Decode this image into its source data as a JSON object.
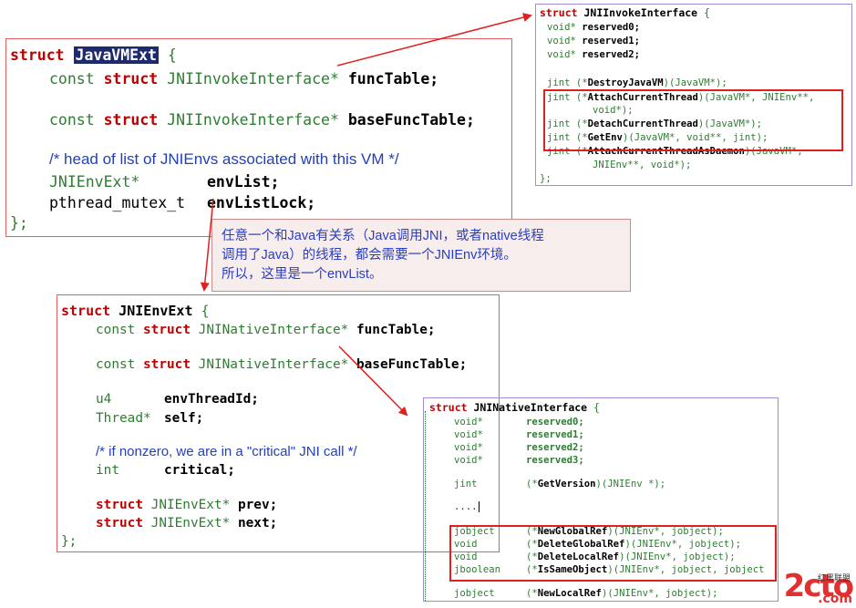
{
  "javavmext": {
    "struct_kw": "struct",
    "name": "JavaVMExt",
    "open_brace": "{",
    "l1_const": "const",
    "l1_struct": "struct",
    "l1_type": "JNIInvokeInterface*",
    "l1_field": "funcTable;",
    "l2_const": "const",
    "l2_struct": "struct",
    "l2_type": "JNIInvokeInterface*",
    "l2_field": "baseFuncTable;",
    "comment": "/* head of list of JNIEnvs associated with this VM */",
    "l3_type": "JNIEnvExt*",
    "l3_field": "envList;",
    "l4_type": "pthread_mutex_t",
    "l4_field": "envListLock;",
    "close": "};"
  },
  "invoke": {
    "struct_kw": "struct",
    "name": "JNIInvokeInterface",
    "open": "{",
    "r0_type": "void*",
    "r0_name": "reserved0;",
    "r1_type": "void*",
    "r1_name": "reserved1;",
    "r2_type": "void*",
    "r2_name": "reserved2;",
    "f1_pre": "jint (*",
    "f1_name": "DestroyJavaVM",
    "f1_post": ")(JavaVM*);",
    "f2_pre": "jint (*",
    "f2_name": "AttachCurrentThread",
    "f2_post": ")(JavaVM*, JNIEnv**,",
    "f2_cont": "void*);",
    "f3_pre": "jint (*",
    "f3_name": "DetachCurrentThread",
    "f3_post": ")(JavaVM*);",
    "f4_pre": "jint (*",
    "f4_name": "GetEnv",
    "f4_post": ")(JavaVM*, void**, jint);",
    "f5_pre": "jint (*",
    "f5_name": "AttachCurrentThreadAsDaemon",
    "f5_post": ")(JavaVM*,",
    "f5_cont": "JNIEnv**, void*);",
    "close": "};"
  },
  "note": {
    "line1": "任意一个和Java有关系（Java调用JNI，或者native线程",
    "line2": "调用了Java）的线程，都会需要一个JNIEnv环境。",
    "line3": "所以，这里是一个envList。"
  },
  "jnienvext": {
    "struct_kw": "struct",
    "name": "JNIEnvExt",
    "open": "{",
    "l1_const": "const",
    "l1_struct": "struct",
    "l1_type": "JNINativeInterface*",
    "l1_field": "funcTable;",
    "l2_const": "const",
    "l2_struct": "struct",
    "l2_type": "JNINativeInterface*",
    "l2_field": "baseFuncTable;",
    "l3_type": "u4",
    "l3_field": "envThreadId;",
    "l4_type": "Thread*",
    "l4_field": "self;",
    "comment": "/* if nonzero, we are in a \"critical\" JNI call */",
    "l5_type": "int",
    "l5_field": "critical;",
    "l6_struct": "struct",
    "l6_type": "JNIEnvExt*",
    "l6_field": "prev;",
    "l7_struct": "struct",
    "l7_type": "JNIEnvExt*",
    "l7_field": "next;",
    "close": "};"
  },
  "native": {
    "struct_kw": "struct",
    "name": "JNINativeInterface",
    "open": "{",
    "r0_type": "void*",
    "r0_name": "reserved0;",
    "r1_type": "void*",
    "r1_name": "reserved1;",
    "r2_type": "void*",
    "r2_name": "reserved2;",
    "r3_type": "void*",
    "r3_name": "reserved3;",
    "gv_type": "jint",
    "gv_pre": "(*",
    "gv_name": "GetVersion",
    "gv_post": ")(JNIEnv *);",
    "ellipsis": "....",
    "m1_type": "jobject",
    "m1_pre": "(*",
    "m1_name": "NewGlobalRef",
    "m1_post": ")(JNIEnv*, jobject);",
    "m2_type": "void",
    "m2_pre": "(*",
    "m2_name": "DeleteGlobalRef",
    "m2_post": ")(JNIEnv*, jobject);",
    "m3_type": "void",
    "m3_pre": "(*",
    "m3_name": "DeleteLocalRef",
    "m3_post": ")(JNIEnv*, jobject);",
    "m4_type": "jboolean",
    "m4_pre": "(*",
    "m4_name": "IsSameObject",
    "m4_post": ")(JNIEnv*, jobject, jobject",
    "m5_type": "jobject",
    "m5_pre": "(*",
    "m5_name": "NewLocalRef",
    "m5_post": ")(JNIEnv*, jobject);"
  },
  "watermark": {
    "logo": "2cto",
    "sub": "红黑联盟",
    "com": ".com"
  },
  "colors": {
    "keyword": "#c00000",
    "type": "#2e7d32",
    "comment": "#1f3fbf",
    "arrow": "#e02020",
    "box_red": "#e06060",
    "box_purple": "#a58ad6"
  }
}
